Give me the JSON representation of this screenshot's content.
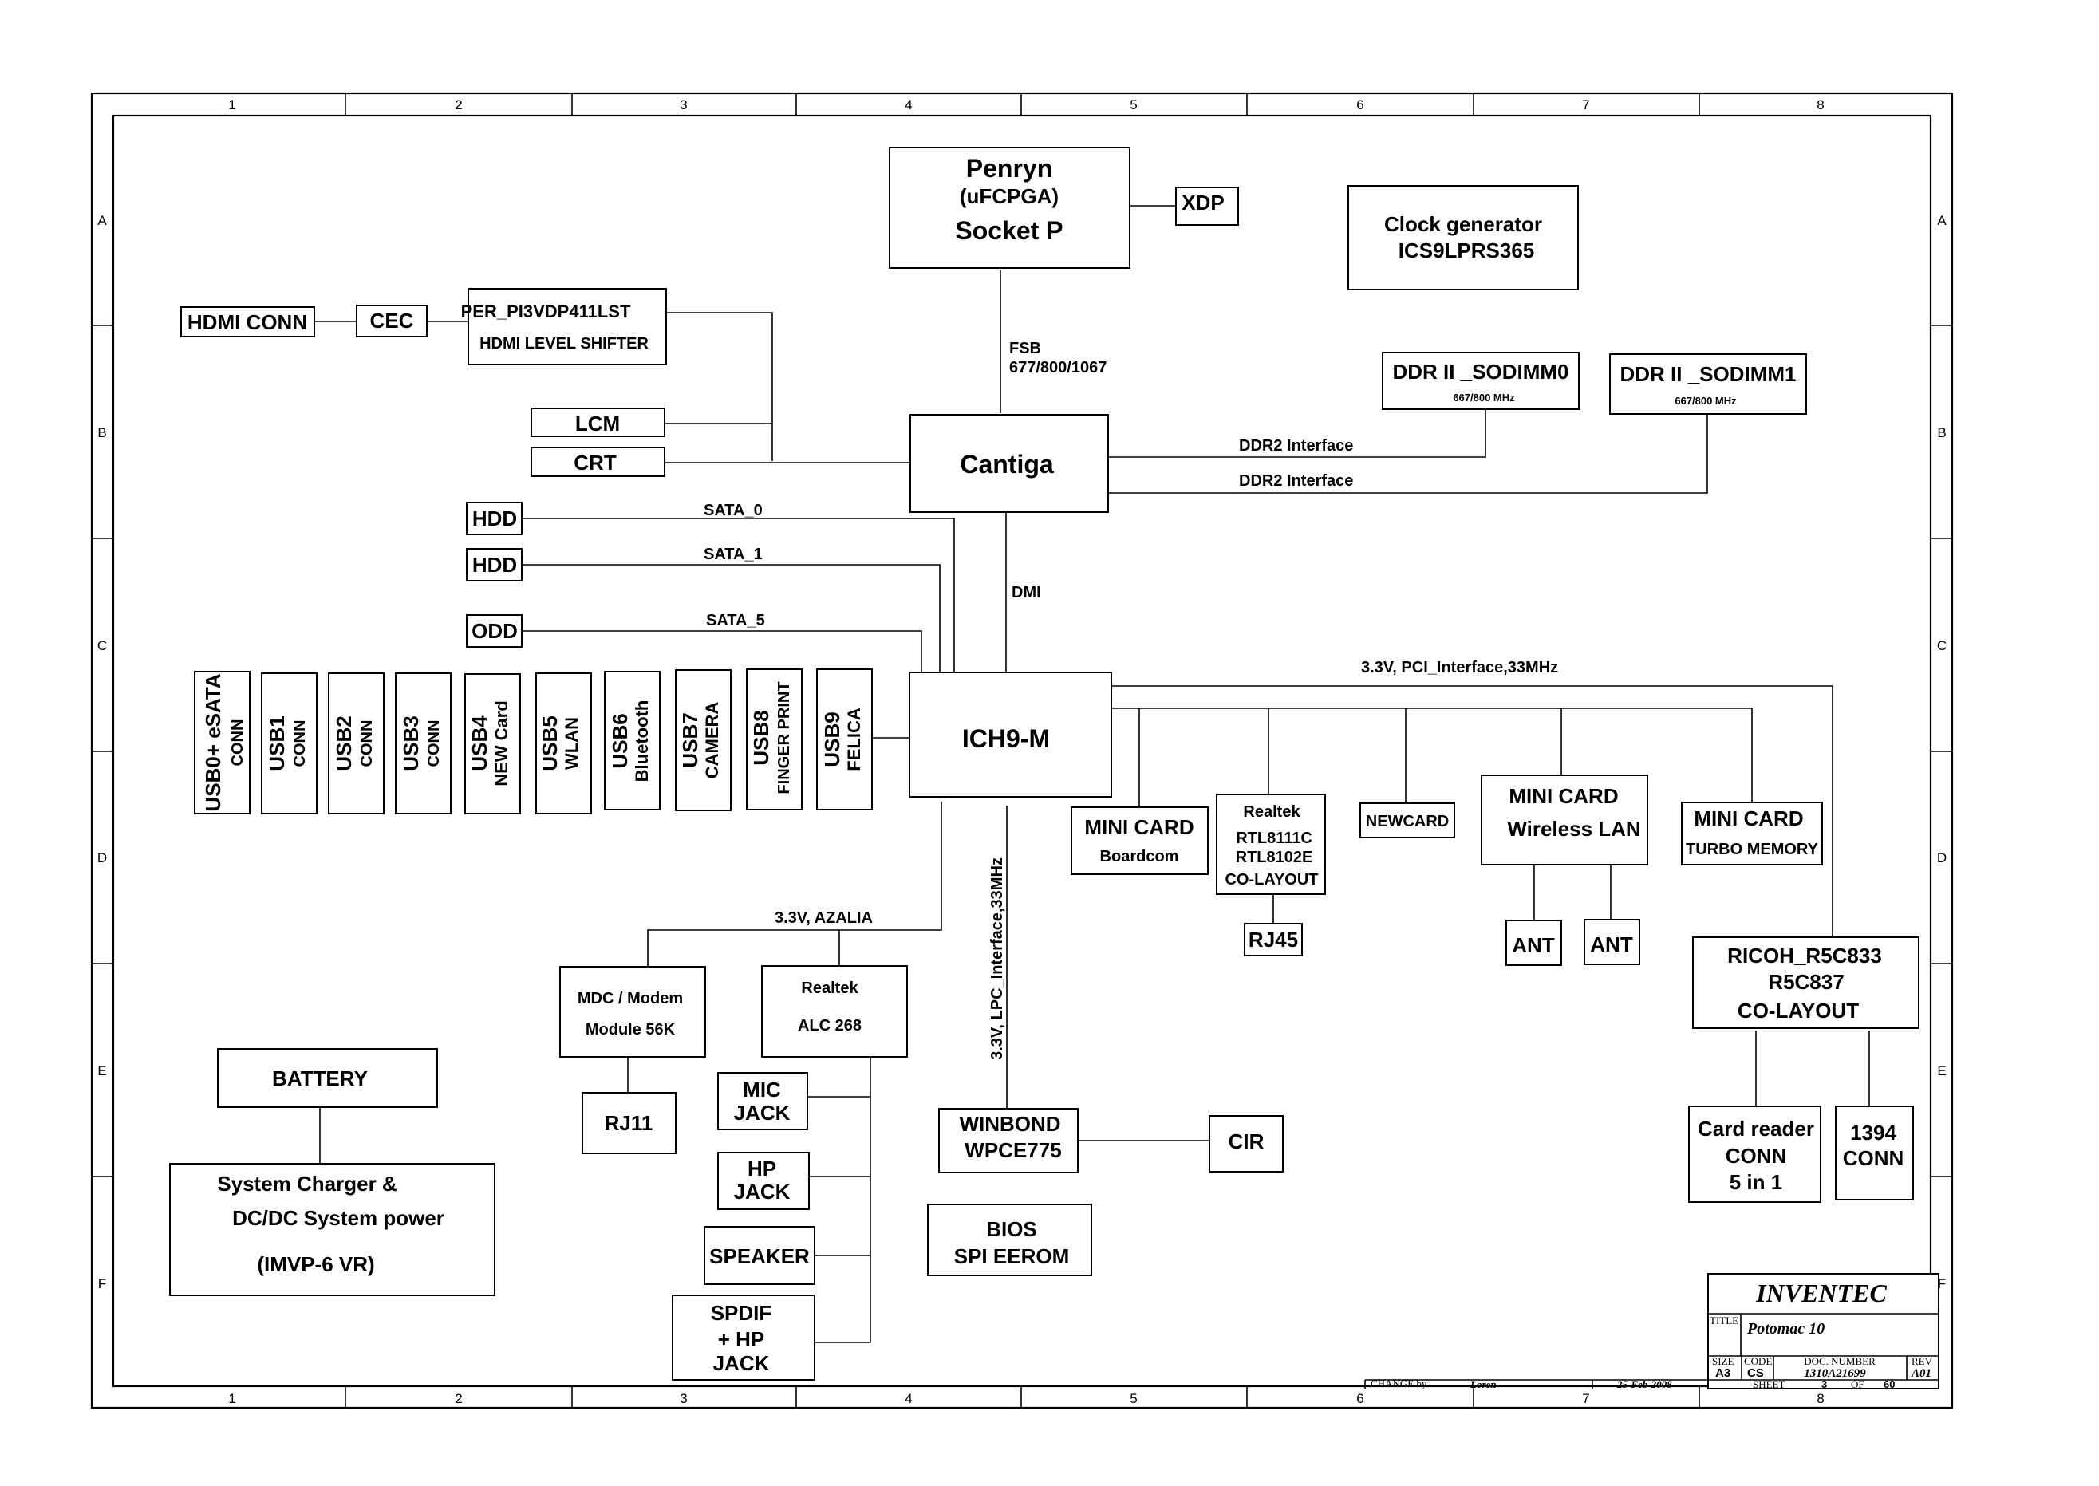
{
  "frame": {
    "zone_columns": [
      "1",
      "2",
      "3",
      "4",
      "5",
      "6",
      "7",
      "8"
    ],
    "zone_rows": [
      "A",
      "B",
      "C",
      "D",
      "E",
      "F"
    ]
  },
  "blocks": {
    "cpu": {
      "line1": "Penryn",
      "line2": "(uFCPGA)",
      "line3": "Socket P"
    },
    "xdp": "XDP",
    "clock": {
      "line1": "Clock generator",
      "line2": "ICS9LPRS365"
    },
    "hdmi_conn": "HDMI CONN",
    "cec": "CEC",
    "hdmi_shifter": {
      "line1": "PER_PI3VDP411LST",
      "line2": "HDMI LEVEL SHIFTER"
    },
    "lcm": "LCM",
    "crt": "CRT",
    "cantiga": "Cantiga",
    "sodimm0": {
      "line1": "DDR II _SODIMM0",
      "line2": "667/800 MHz"
    },
    "sodimm1": {
      "line1": "DDR II _SODIMM1",
      "line2": "667/800 MHz"
    },
    "hdd0": "HDD",
    "hdd1": "HDD",
    "odd": "ODD",
    "ich": "ICH9-M",
    "usb": [
      {
        "line1": "USB0+ eSATA",
        "line2": "CONN"
      },
      {
        "line1": "USB1",
        "line2": "CONN"
      },
      {
        "line1": "USB2",
        "line2": "CONN"
      },
      {
        "line1": "USB3",
        "line2": "CONN"
      },
      {
        "line1": "USB4",
        "line2": "NEW Card"
      },
      {
        "line1": "USB5",
        "line2": "WLAN"
      },
      {
        "line1": "USB6",
        "line2": "Bluetooth"
      },
      {
        "line1": "USB7",
        "line2": "CAMERA"
      },
      {
        "line1": "USB8",
        "line2": "FINGER PRINT"
      },
      {
        "line1": "USB9",
        "line2": "FELICA"
      }
    ],
    "minicard_bc": {
      "line1": "MINI CARD",
      "line2": "Boardcom"
    },
    "realtek_lan": {
      "line1": "Realtek",
      "line2": "RTL8111C",
      "line3": "RTL8102E",
      "line4": "CO-LAYOUT"
    },
    "rj45": "RJ45",
    "newcard": "NEWCARD",
    "minicard_wlan": {
      "line1": "MINI CARD",
      "line2": "Wireless LAN"
    },
    "ant1": "ANT",
    "ant2": "ANT",
    "minicard_tm": {
      "line1": "MINI CARD",
      "line2": "TURBO MEMORY"
    },
    "ricoh": {
      "line1": "RICOH_R5C833",
      "line2": "R5C837",
      "line3": "CO-LAYOUT"
    },
    "cardreader": {
      "line1": "Card reader",
      "line2": "CONN",
      "line3": "5 in 1"
    },
    "ieee1394": {
      "line1": "1394",
      "line2": "CONN"
    },
    "modem": {
      "line1": "MDC / Modem",
      "line2": "Module 56K"
    },
    "rj11": "RJ11",
    "codec": {
      "line1": "Realtek",
      "line2": "ALC 268"
    },
    "mic": {
      "line1": "MIC",
      "line2": "JACK"
    },
    "hp": {
      "line1": "HP",
      "line2": "JACK"
    },
    "speaker": "SPEAKER",
    "spdif": {
      "line1": "SPDIF",
      "line2": "+ HP",
      "line3": "JACK"
    },
    "winbond": {
      "line1": "WINBOND",
      "line2": "WPCE775"
    },
    "cir": "CIR",
    "bios": {
      "line1": "BIOS",
      "line2": "SPI EEROM"
    },
    "battery": "BATTERY",
    "charger": {
      "line1": "System Charger &",
      "line2": "DC/DC System power",
      "line3": "(IMVP-6   VR)"
    }
  },
  "buses": {
    "fsb_line1": "FSB",
    "fsb_line2": "677/800/1067",
    "ddr1": "DDR2 Interface",
    "ddr2": "DDR2 Interface",
    "dmi": "DMI",
    "sata0": "SATA_0",
    "sata1": "SATA_1",
    "sata5": "SATA_5",
    "pci": "3.3V, PCI_Interface,33MHz",
    "azalia": "3.3V, AZALIA",
    "lpc": "3.3V, LPC_Interface,33MHz"
  },
  "title_block": {
    "company": "INVENTEC",
    "title_label": "TITLE",
    "title": "Potomac 10",
    "size_label": "SIZE",
    "size": "A3",
    "code_label": "CODE",
    "code": "CS",
    "docnum_label": "DOC. NUMBER",
    "docnum": "1310A21699",
    "rev_label": "REV",
    "rev": "A01",
    "change_label": "CHANGE by",
    "change_by": "Loren",
    "date": "25-Feb-2008",
    "sheet_label": "SHEET",
    "sheet": "3",
    "of_label": "OF",
    "of": "60"
  }
}
